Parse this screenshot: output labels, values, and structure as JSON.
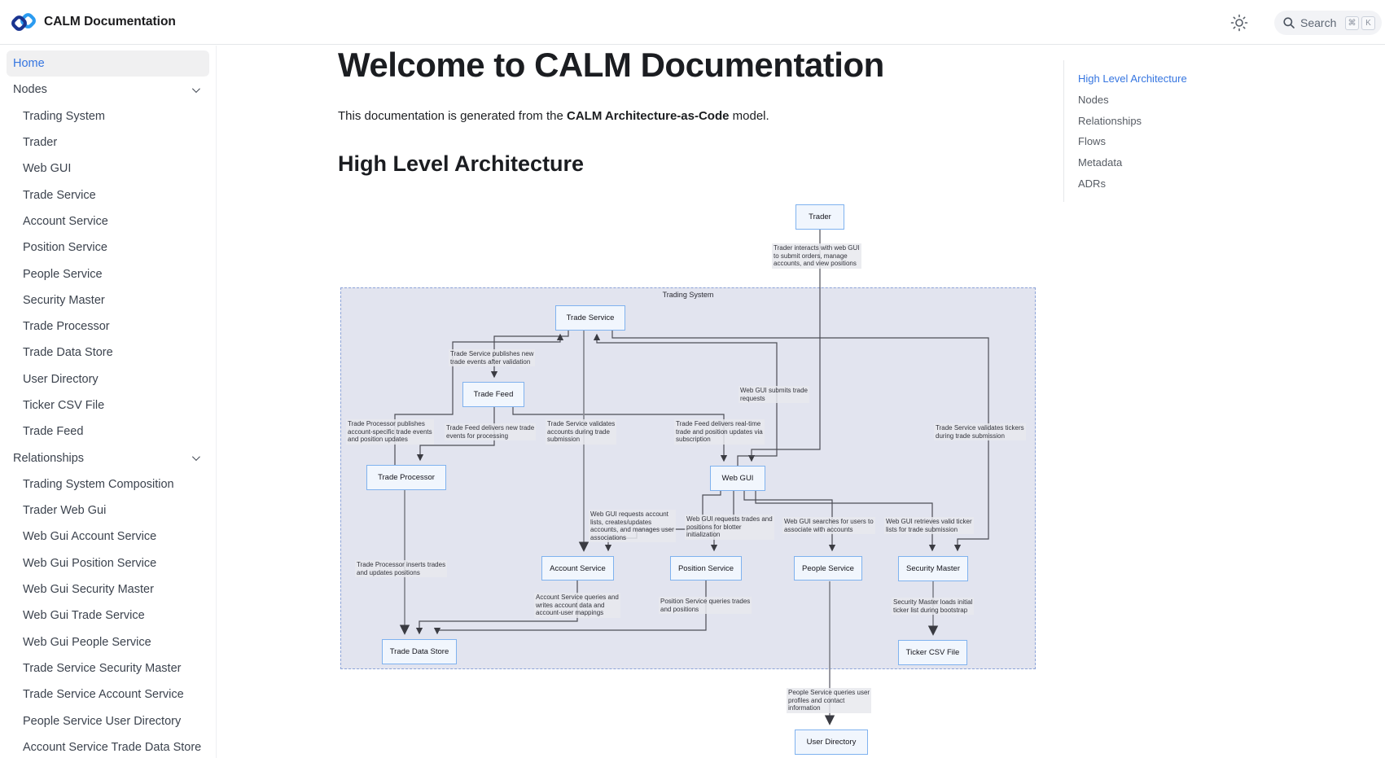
{
  "colors": {
    "accent": "#3575e0",
    "node_fill": "#f1f6fd",
    "node_border": "#7fb2ef",
    "container_fill": "#e2e4ef",
    "container_border": "#8ca3d8",
    "edge_label_bg": "#e8e9ed"
  },
  "navbar": {
    "title": "CALM Documentation",
    "logo_icon": "calm-chain-links-logo",
    "theme_icon": "sun-light-mode-icon",
    "search_icon": "magnifier-icon",
    "search_label": "Search",
    "key_cmd": "⌘",
    "key_k": "K"
  },
  "sidebar": {
    "items": [
      {
        "label": "Home",
        "level": 0,
        "active": true,
        "chevron": false
      },
      {
        "label": "Nodes",
        "level": 0,
        "active": false,
        "chevron": true
      },
      {
        "label": "Trading System",
        "level": 1,
        "active": false,
        "chevron": false
      },
      {
        "label": "Trader",
        "level": 1,
        "active": false,
        "chevron": false
      },
      {
        "label": "Web GUI",
        "level": 1,
        "active": false,
        "chevron": false
      },
      {
        "label": "Trade Service",
        "level": 1,
        "active": false,
        "chevron": false
      },
      {
        "label": "Account Service",
        "level": 1,
        "active": false,
        "chevron": false
      },
      {
        "label": "Position Service",
        "level": 1,
        "active": false,
        "chevron": false
      },
      {
        "label": "People Service",
        "level": 1,
        "active": false,
        "chevron": false
      },
      {
        "label": "Security Master",
        "level": 1,
        "active": false,
        "chevron": false
      },
      {
        "label": "Trade Processor",
        "level": 1,
        "active": false,
        "chevron": false
      },
      {
        "label": "Trade Data Store",
        "level": 1,
        "active": false,
        "chevron": false
      },
      {
        "label": "User Directory",
        "level": 1,
        "active": false,
        "chevron": false
      },
      {
        "label": "Ticker CSV File",
        "level": 1,
        "active": false,
        "chevron": false
      },
      {
        "label": "Trade Feed",
        "level": 1,
        "active": false,
        "chevron": false
      },
      {
        "label": "Relationships",
        "level": 0,
        "active": false,
        "chevron": true
      },
      {
        "label": "Trading System Composition",
        "level": 1,
        "active": false,
        "chevron": false
      },
      {
        "label": "Trader Web Gui",
        "level": 1,
        "active": false,
        "chevron": false
      },
      {
        "label": "Web Gui Account Service",
        "level": 1,
        "active": false,
        "chevron": false
      },
      {
        "label": "Web Gui Position Service",
        "level": 1,
        "active": false,
        "chevron": false
      },
      {
        "label": "Web Gui Security Master",
        "level": 1,
        "active": false,
        "chevron": false
      },
      {
        "label": "Web Gui Trade Service",
        "level": 1,
        "active": false,
        "chevron": false
      },
      {
        "label": "Web Gui People Service",
        "level": 1,
        "active": false,
        "chevron": false
      },
      {
        "label": "Trade Service Security Master",
        "level": 1,
        "active": false,
        "chevron": false
      },
      {
        "label": "Trade Service Account Service",
        "level": 1,
        "active": false,
        "chevron": false
      },
      {
        "label": "People Service User Directory",
        "level": 1,
        "active": false,
        "chevron": false
      },
      {
        "label": "Account Service Trade Data Store",
        "level": 1,
        "active": false,
        "chevron": false
      }
    ]
  },
  "main": {
    "title": "Welcome to CALM Documentation",
    "intro_prefix": "This documentation is generated from the ",
    "intro_bold": "CALM Architecture-as-Code",
    "intro_suffix": " model.",
    "section_title": "High Level Architecture"
  },
  "toc": {
    "items": [
      {
        "label": "High Level Architecture",
        "active": true
      },
      {
        "label": "Nodes",
        "active": false
      },
      {
        "label": "Relationships",
        "active": false
      },
      {
        "label": "Flows",
        "active": false
      },
      {
        "label": "Metadata",
        "active": false
      },
      {
        "label": "ADRs",
        "active": false
      }
    ]
  },
  "diagram": {
    "container_label": "Trading System",
    "nodes": [
      {
        "id": "trader",
        "label": "Trader"
      },
      {
        "id": "trade_service",
        "label": "Trade Service"
      },
      {
        "id": "trade_feed",
        "label": "Trade Feed"
      },
      {
        "id": "trade_processor",
        "label": "Trade Processor"
      },
      {
        "id": "web_gui",
        "label": "Web GUI"
      },
      {
        "id": "account_service",
        "label": "Account Service"
      },
      {
        "id": "position_service",
        "label": "Position Service"
      },
      {
        "id": "people_service",
        "label": "People Service"
      },
      {
        "id": "security_master",
        "label": "Security Master"
      },
      {
        "id": "trade_data_store",
        "label": "Trade Data Store"
      },
      {
        "id": "ticker_csv_file",
        "label": "Ticker CSV File"
      },
      {
        "id": "user_directory",
        "label": "User Directory"
      }
    ],
    "edges": [
      {
        "from": "trader",
        "to": "web_gui",
        "label": "Trader interacts with web GUI\nto submit orders, manage\naccounts, and view positions"
      },
      {
        "from": "web_gui",
        "to": "trade_service",
        "label": "Web GUI submits trade\nrequests"
      },
      {
        "from": "trade_service",
        "to": "trade_feed",
        "label": "Trade Service publishes new\ntrade events after validation"
      },
      {
        "from": "trade_feed",
        "to": "trade_processor",
        "label": "Trade Feed delivers new trade\nevents for processing"
      },
      {
        "from": "trade_processor",
        "to": "trade_service",
        "label": "Trade Processor publishes\naccount-specific trade events\nand position updates"
      },
      {
        "from": "trade_feed",
        "to": "web_gui",
        "label": "Trade Feed delivers real-time\ntrade and position updates via\nsubscription"
      },
      {
        "from": "trade_service",
        "to": "account_service",
        "label": "Trade Service validates\naccounts during trade\nsubmission"
      },
      {
        "from": "trade_service",
        "to": "security_master",
        "label": "Trade Service validates tickers\nduring trade submission"
      },
      {
        "from": "web_gui",
        "to": "account_service",
        "label": "Web GUI requests account\nlists, creates/updates\naccounts, and manages user\nassociations"
      },
      {
        "from": "web_gui",
        "to": "position_service",
        "label": "Web GUI requests trades and\npositions for blotter\ninitialization"
      },
      {
        "from": "web_gui",
        "to": "people_service",
        "label": "Web GUI searches for users to\nassociate with accounts"
      },
      {
        "from": "web_gui",
        "to": "security_master",
        "label": "Web GUI retrieves valid ticker\nlists for trade submission"
      },
      {
        "from": "trade_processor",
        "to": "trade_data_store",
        "label": "Trade Processor inserts trades\nand updates positions"
      },
      {
        "from": "account_service",
        "to": "trade_data_store",
        "label": "Account Service queries and\nwrites account data and\naccount-user mappings"
      },
      {
        "from": "position_service",
        "to": "trade_data_store",
        "label": "Position Service queries trades\nand positions"
      },
      {
        "from": "security_master",
        "to": "ticker_csv_file",
        "label": "Security Master loads initial\nticker list during bootstrap"
      },
      {
        "from": "people_service",
        "to": "user_directory",
        "label": "People Service queries user\nprofiles and contact\ninformation"
      }
    ]
  }
}
